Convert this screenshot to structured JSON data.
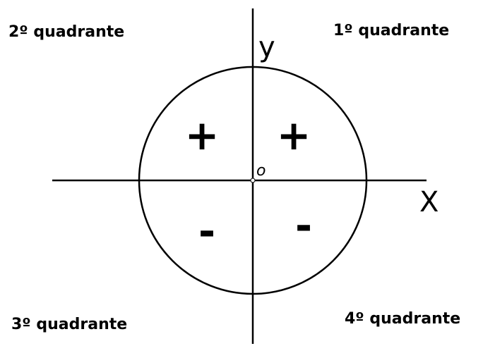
{
  "colors": {
    "stroke": "#000000",
    "background": "#ffffff"
  },
  "axes": {
    "x_label": "X",
    "y_label": "y",
    "origin_label": "o"
  },
  "quadrants": {
    "q1": {
      "label": "1º quadrante",
      "sign": "+"
    },
    "q2": {
      "label": "2º quadrante",
      "sign": "+"
    },
    "q3": {
      "label": "3º quadrante",
      "sign": "-"
    },
    "q4": {
      "label": "4º quadrante",
      "sign": "-"
    }
  }
}
